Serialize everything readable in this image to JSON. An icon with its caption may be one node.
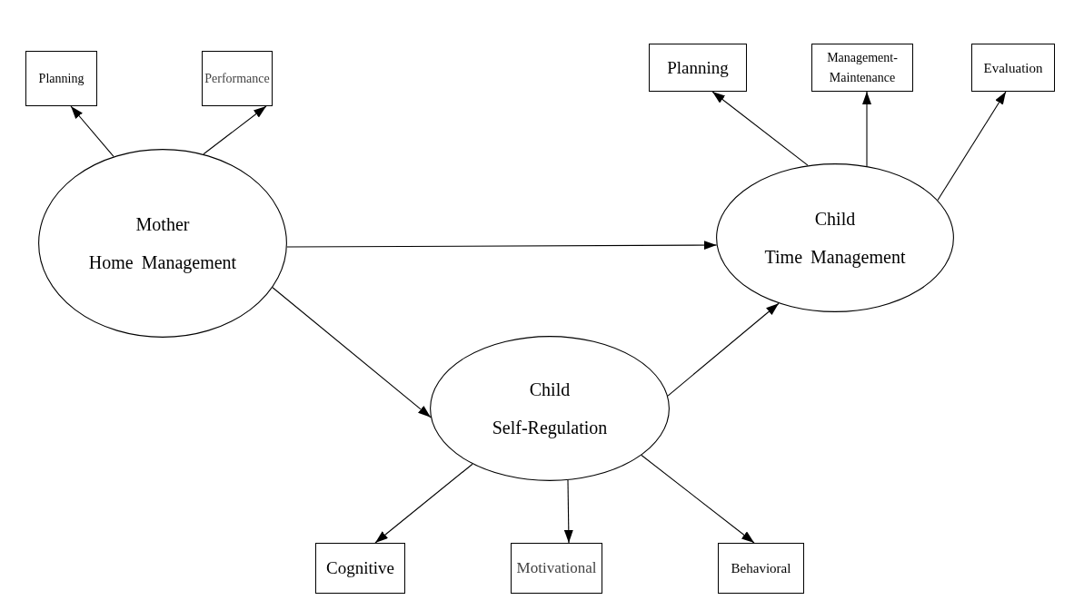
{
  "diagram": {
    "nodes": [
      {
        "text": [
          "Mother",
          "Home Management"
        ]
      },
      {
        "text": [
          "Child",
          "Time Management"
        ]
      },
      {
        "text": [
          "Child",
          "Self-Regulation"
        ]
      },
      {
        "text": [
          "Planning"
        ]
      },
      {
        "text": [
          "Performance"
        ]
      },
      {
        "text": [
          "Planning"
        ]
      },
      {
        "text": [
          "Management-Maintenance"
        ]
      },
      {
        "text": [
          "Evaluation"
        ]
      },
      {
        "text": [
          "Cognitive"
        ]
      },
      {
        "text": [
          "Motivational"
        ]
      },
      {
        "text": [
          "Behavioral"
        ]
      }
    ],
    "edges": [
      {
        "from": 0,
        "to": 3,
        "arrow": "to"
      },
      {
        "from": 0,
        "to": 4,
        "arrow": "to"
      },
      {
        "from": 0,
        "to": 1,
        "arrow": "to"
      },
      {
        "from": 0,
        "to": 2,
        "arrow": "to"
      },
      {
        "from": 2,
        "to": 1,
        "arrow": "to"
      },
      {
        "from": 1,
        "to": 5,
        "arrow": "to"
      },
      {
        "from": 1,
        "to": 6,
        "arrow": "to"
      },
      {
        "from": 1,
        "to": 7,
        "arrow": "to"
      },
      {
        "from": 2,
        "to": 8,
        "arrow": "to"
      },
      {
        "from": 2,
        "to": 9,
        "arrow": "to"
      },
      {
        "from": 2,
        "to": 10,
        "arrow": "to"
      }
    ]
  }
}
